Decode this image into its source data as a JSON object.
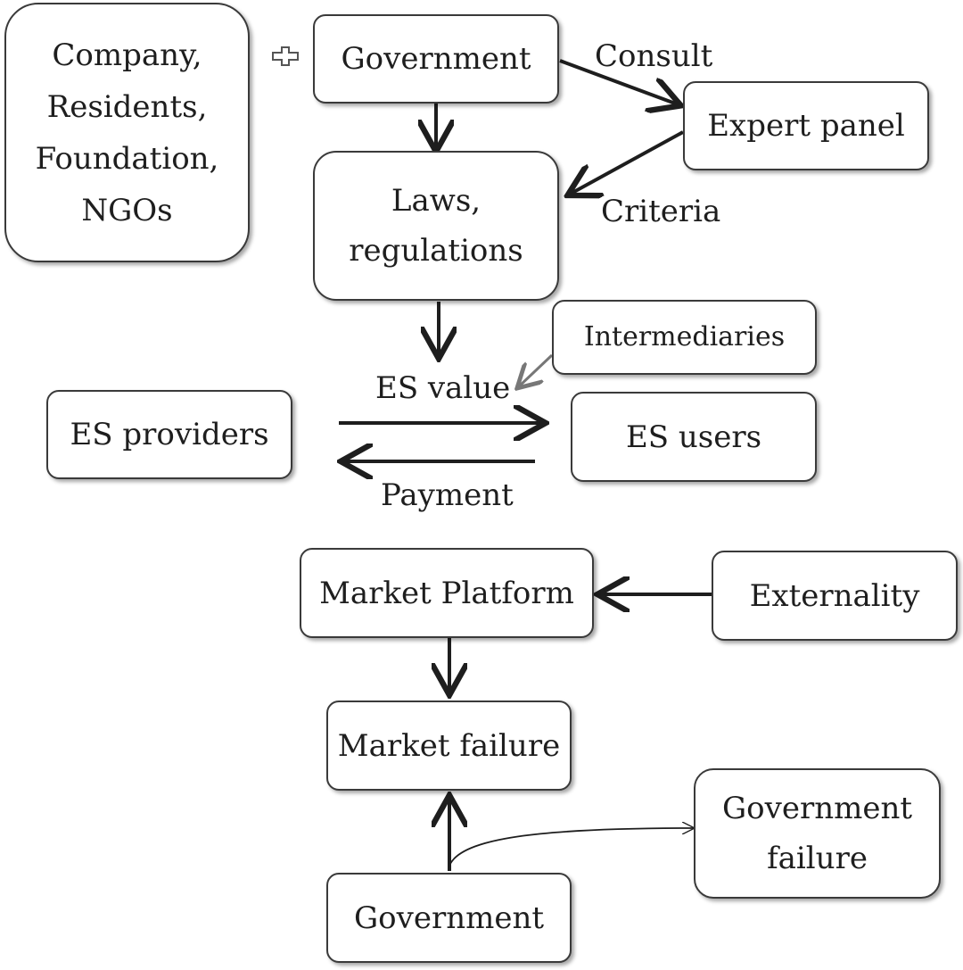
{
  "nodes": {
    "stakeholders": [
      "Company,",
      "Residents,",
      "Foundation,",
      "NGOs"
    ],
    "government_top": "Government",
    "expert_panel": "Expert panel",
    "laws": [
      "Laws,",
      "regulations"
    ],
    "intermediaries": "Intermediaries",
    "es_providers": "ES providers",
    "es_users": "ES users",
    "market_platform": "Market Platform",
    "externality": "Externality",
    "market_failure": "Market failure",
    "government_bottom": "Government",
    "government_failure": [
      "Government",
      "failure"
    ]
  },
  "edge_labels": {
    "consult": "Consult",
    "criteria": "Criteria",
    "es_value": "ES value",
    "payment": "Payment"
  },
  "symbols": {
    "plus": "plus-icon"
  },
  "colors": {
    "stroke": "#1e1e1e",
    "secondary_arrow": "#777777",
    "box_border": "#3a3a3a"
  }
}
